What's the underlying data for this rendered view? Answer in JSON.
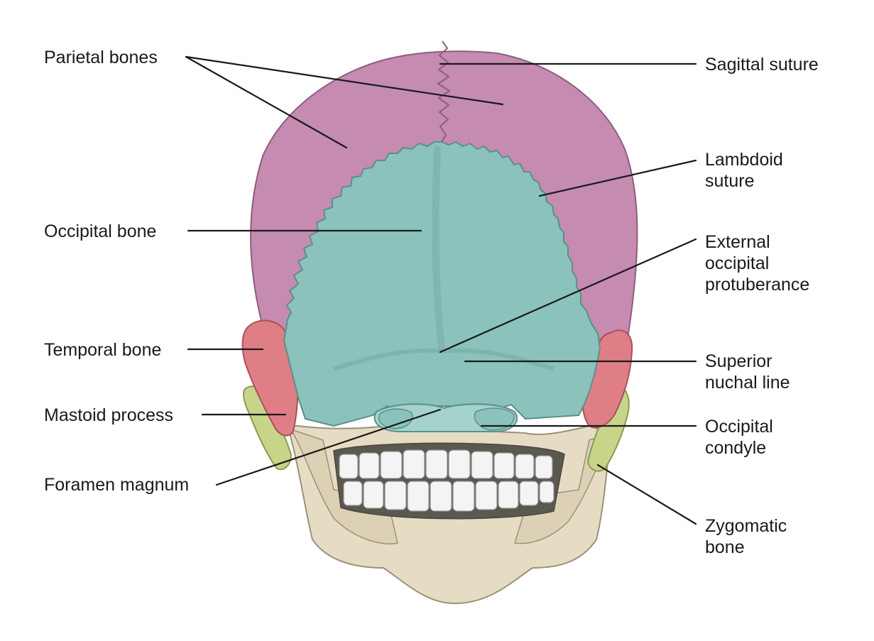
{
  "labels": {
    "parietal_bones": "Parietal bones",
    "occipital_bone": "Occipital bone",
    "temporal_bone": "Temporal bone",
    "mastoid_process": "Mastoid process",
    "foramen_magnum": "Foramen magnum",
    "sagittal_suture": "Sagittal suture",
    "lambdoid_suture": [
      "Lambdoid",
      "suture"
    ],
    "external_occipital_protuberance": [
      "External",
      "occipital",
      "protuberance"
    ],
    "superior_nuchal_line": [
      "Superior",
      "nuchal line"
    ],
    "occipital_condyle": [
      "Occipital",
      "condyle"
    ],
    "zygomatic_bone": [
      "Zygomatic",
      "bone"
    ]
  },
  "colors": {
    "parietal": "#c58bb0",
    "occipital": "#8cc2bc",
    "temporal": "#e07e86",
    "zygomatic": "#c7d58a",
    "mandible": "#e6dcc4",
    "teeth": "#f4f4f4",
    "leader": "#1a1a1a"
  }
}
